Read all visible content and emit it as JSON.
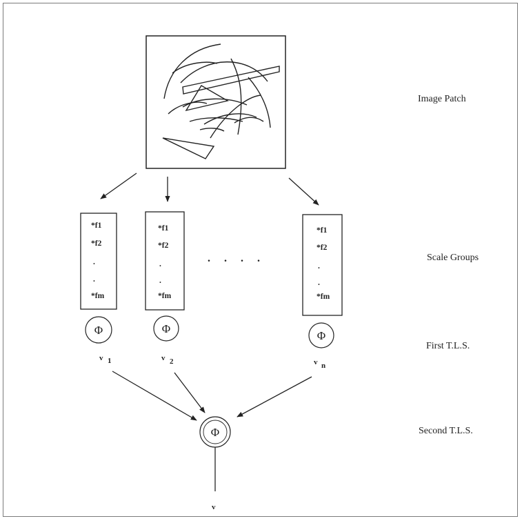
{
  "labels": {
    "image_patch": "Image Patch",
    "scale_groups": "Scale Groups",
    "first_tls": "First T.L.S.",
    "second_tls": "Second T.L.S."
  },
  "groups": [
    {
      "features": [
        "*f1",
        "*f2",
        ".",
        ".",
        "*fm"
      ],
      "output_symbol": "v",
      "output_index": "1"
    },
    {
      "features": [
        "*f1",
        "*f2",
        ".",
        ".",
        "*fm"
      ],
      "output_symbol": "v",
      "output_index": "2"
    },
    {
      "features": [
        "*f1",
        "*f2",
        ".",
        ".",
        "*fm"
      ],
      "output_symbol": "v",
      "output_index": "n"
    }
  ],
  "ellipsis": ". . . .",
  "tls_symbol": "Φ",
  "final_output": "v"
}
